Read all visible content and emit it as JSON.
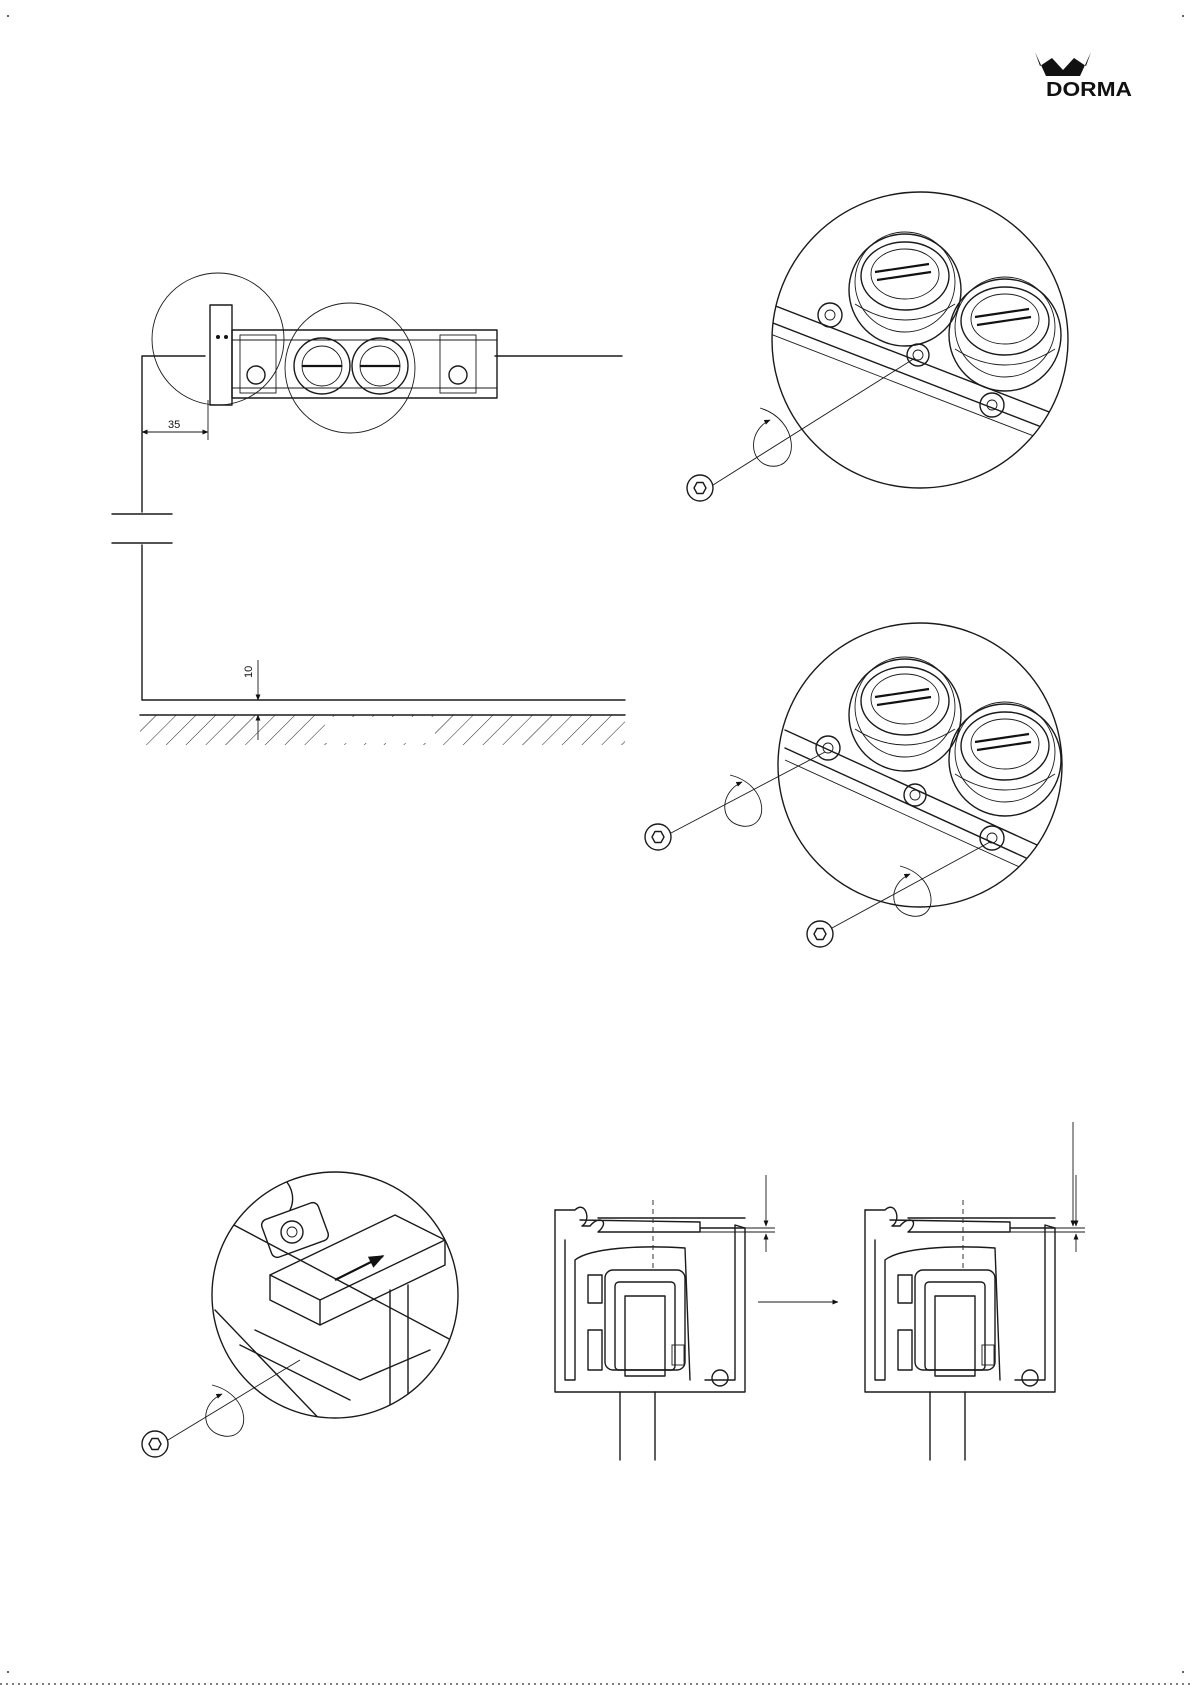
{
  "brand": {
    "name": "DORMA"
  },
  "dimensions": {
    "offset": "35",
    "floor_gap": "10"
  },
  "icons": [
    "hex-key-icon",
    "rotate-arrow-icon",
    "arrow-right-icon",
    "crown-logo-icon"
  ]
}
